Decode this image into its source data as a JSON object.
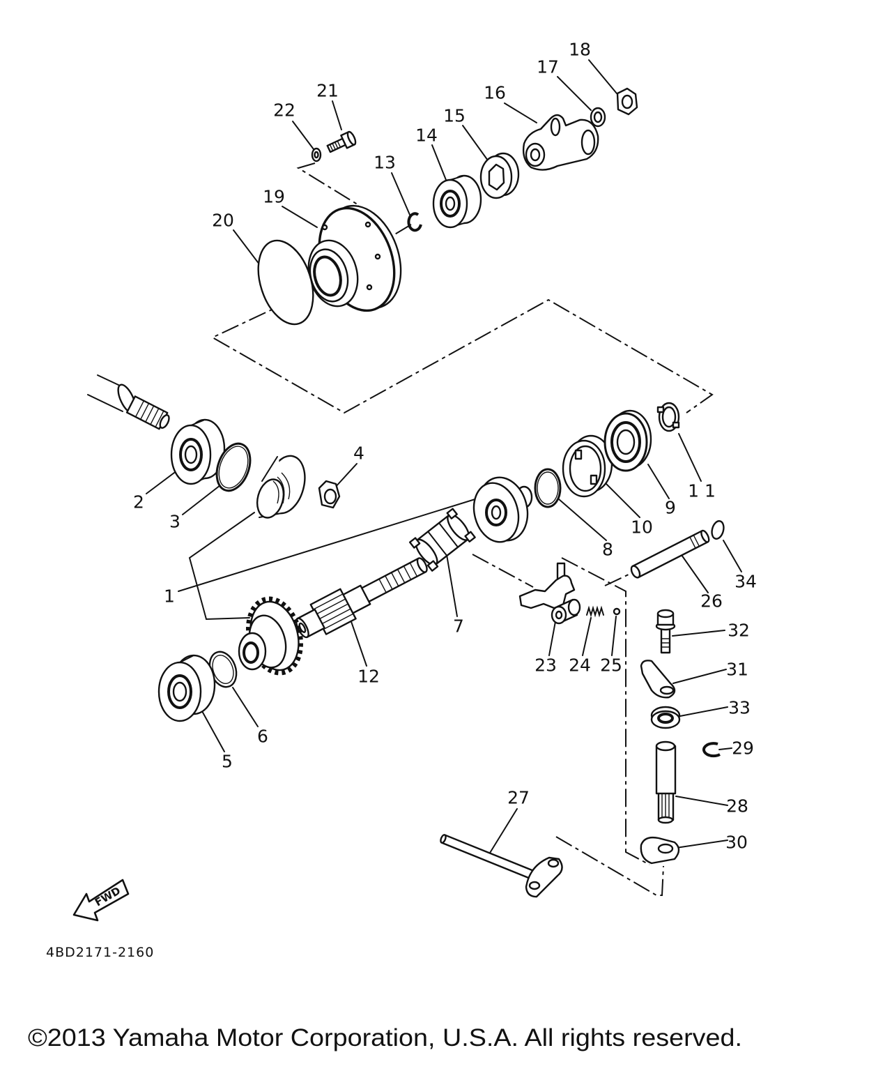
{
  "part_numbers": [
    "1",
    "2",
    "3",
    "4",
    "5",
    "6",
    "7",
    "8",
    "9",
    "10",
    "11",
    "12",
    "13",
    "14",
    "15",
    "16",
    "17",
    "18",
    "19",
    "20",
    "21",
    "22",
    "23",
    "24",
    "25",
    "26",
    "27",
    "28",
    "29",
    "30",
    "31",
    "32",
    "33",
    "34"
  ],
  "fwd_label": "FWD",
  "diagram_code": "4BD2171-2160",
  "copyright": "©2013 Yamaha Motor Corporation, U.S.A. All rights reserved."
}
